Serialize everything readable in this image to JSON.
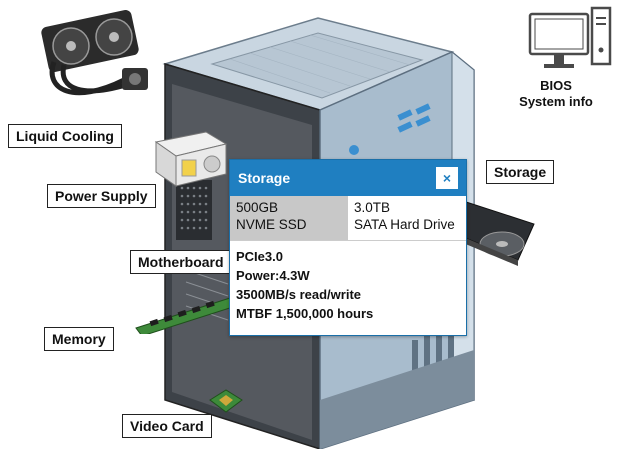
{
  "labels": {
    "liquid_cooling": "Liquid Cooling",
    "power_supply": "Power Supply",
    "motherboard": "Motherboard",
    "memory": "Memory",
    "video_card": "Video Card",
    "storage": "Storage"
  },
  "bios": {
    "line1": "BIOS",
    "line2": "System info"
  },
  "popup": {
    "title": "Storage",
    "close_icon": "×",
    "drives": [
      {
        "capacity": "500GB",
        "type": "NVME SSD",
        "selected": true
      },
      {
        "capacity": "3.0TB",
        "type": "SATA Hard Drive",
        "selected": false
      }
    ],
    "specs": [
      "PCIe3.0",
      "Power:4.3W",
      "3500MB/s read/write",
      "MTBF 1,500,000 hours"
    ]
  },
  "colors": {
    "accent": "#1f7fc1",
    "case_body": "#9fb3c4",
    "case_side": "#d4e0ea",
    "selected_row": "#c8c8c8"
  },
  "icons": [
    "desktop-computer-icon",
    "liquid-cooler-icon",
    "power-supply-icon",
    "memory-stick-icon",
    "video-chip-icon",
    "hard-drive-icon",
    "close-icon"
  ]
}
